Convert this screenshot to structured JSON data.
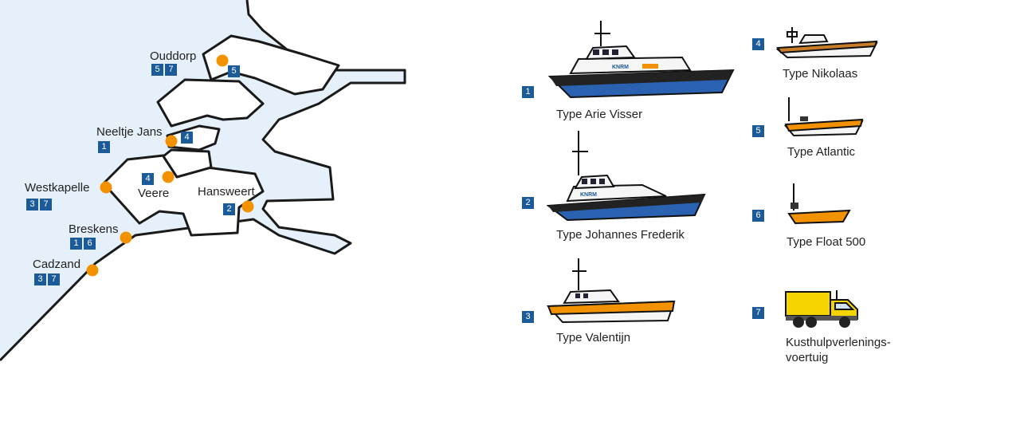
{
  "colors": {
    "sea": "#e6f0fa",
    "land": "#ffffff",
    "coast": "#1a1a1a",
    "station_dot": "#f39200",
    "badge": "#1c5b9a",
    "badge_text": "#ffffff"
  },
  "stations": [
    {
      "name": "Ouddorp",
      "badges": [
        "5",
        "7"
      ],
      "extra_badge": "5"
    },
    {
      "name": "Neeltje Jans",
      "badges": [
        "1"
      ],
      "extra_badge": "4"
    },
    {
      "name": "Westkapelle",
      "badges": [
        "3",
        "7"
      ]
    },
    {
      "name": "Veere",
      "badges": [
        "4"
      ]
    },
    {
      "name": "Hansweert",
      "badges": [
        "2"
      ]
    },
    {
      "name": "Breskens",
      "badges": [
        "1",
        "6"
      ]
    },
    {
      "name": "Cadzand",
      "badges": [
        "3",
        "7"
      ]
    }
  ],
  "legend": [
    {
      "num": "1",
      "label": "Type Arie Visser",
      "icon": "lifeboat-arie-visser-icon"
    },
    {
      "num": "2",
      "label": "Type Johannes Frederik",
      "icon": "lifeboat-johannes-frederik-icon"
    },
    {
      "num": "3",
      "label": "Type Valentijn",
      "icon": "lifeboat-valentijn-icon"
    },
    {
      "num": "4",
      "label": "Type Nikolaas",
      "icon": "rib-nikolaas-icon"
    },
    {
      "num": "5",
      "label": "Type Atlantic",
      "icon": "rib-atlantic-icon"
    },
    {
      "num": "6",
      "label": "Type Float 500",
      "icon": "float-500-icon"
    },
    {
      "num": "7",
      "label": "Kusthulpverlenings-\nvoertuig",
      "icon": "coastal-rescue-truck-icon"
    }
  ]
}
